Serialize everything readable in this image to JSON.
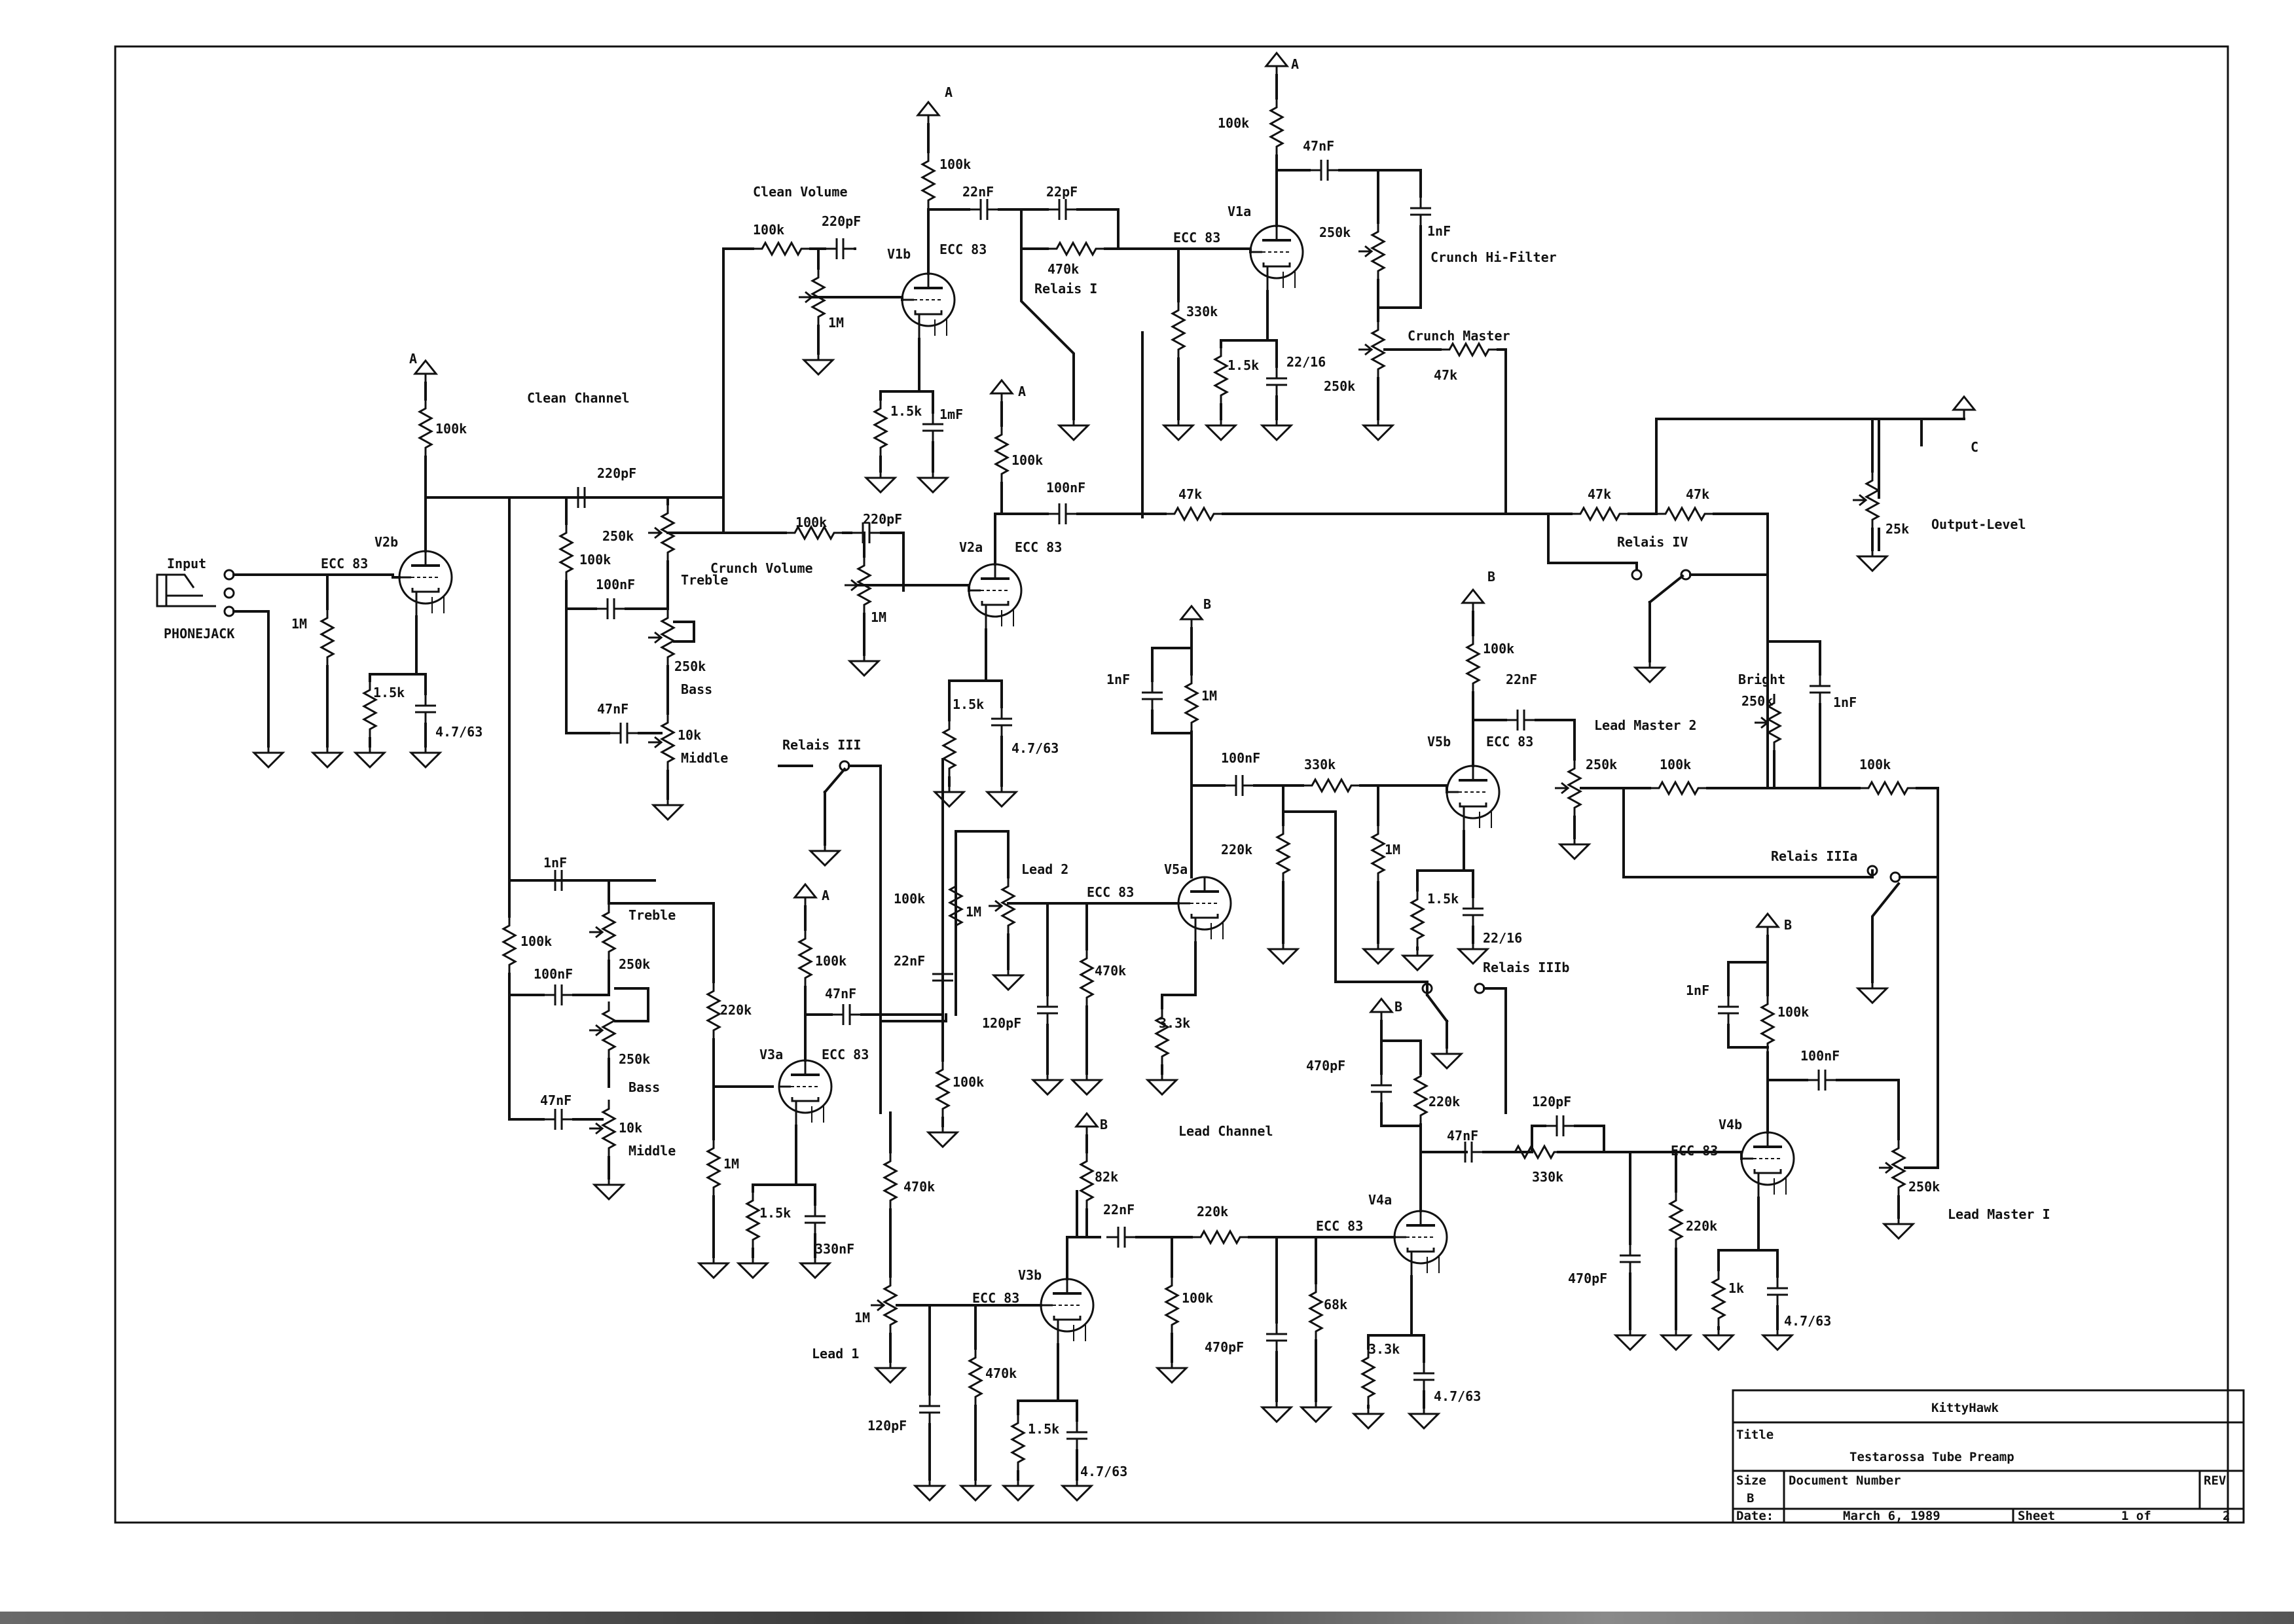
{
  "labels": {
    "a1": "A",
    "a2": "A",
    "a3": "A",
    "a4": "A",
    "a5": "A",
    "b1": "B",
    "b2": "B",
    "b3": "B",
    "b4": "B",
    "b5": "B",
    "c1": "C",
    "v2b": "V2b",
    "v2b_type": "ECC 83",
    "v1b": "V1b",
    "v1b_type": "ECC 83",
    "v1a": "V1a",
    "v1a_type": "ECC 83",
    "v2a": "V2a",
    "v2a_type": "ECC 83",
    "v5a": "V5a",
    "v5a_type": "ECC 83",
    "v5b": "V5b",
    "v5b_type": "ECC 83",
    "v3a": "V3a",
    "v3a_type": "ECC 83",
    "v3b": "V3b",
    "v3b_type": "ECC 83",
    "v4a": "V4a",
    "v4a_type": "ECC 83",
    "v4b": "V4b",
    "v4b_type": "ECC 83",
    "input": "Input",
    "phonejack": "PHONEJACK",
    "clean_channel": "Clean Channel",
    "lead_channel": "Lead Channel",
    "clean_volume": "Clean Volume",
    "crunch_volume": "Crunch Volume",
    "crunch_hifilter": "Crunch Hi-Filter",
    "crunch_master": "Crunch Master",
    "relais_1": "Relais I",
    "relais_3": "Relais III",
    "relais_3a": "Relais IIIa",
    "relais_3b": "Relais IIIb",
    "relais_4": "Relais IV",
    "output_level": "Output-Level",
    "bright": "Bright",
    "lead_master_2": "Lead Master 2",
    "lead_master_1": "Lead Master I",
    "lead_1": "Lead 1",
    "lead_2": "Lead 2",
    "treble1": "Treble",
    "bass1": "Bass",
    "middle1": "Middle",
    "treble2": "Treble",
    "bass2": "Bass",
    "middle2": "Middle",
    "r_v2b_plate": "100k",
    "r_v2b_grid": "1M",
    "r_v2b_cath": "1.5k",
    "c_v2b_cath": "4.7/63",
    "c_220pf_a": "220pF",
    "r_250k_a": "250k",
    "r_100k_ts1": "100k",
    "c_100nf_a": "100nF",
    "r_250k_bass1": "250k",
    "c_47nf_a": "47nF",
    "r_10k_mid1": "10k",
    "r_100k_clean": "100k",
    "c_220pf_v1b": "220pF",
    "r_1m_v1b": "1M",
    "r_100k_v1b": "100k",
    "r_1_5k_v1b": "1.5k",
    "c_1mf_v1b": "1mF",
    "c_22nf_v1b": "22nF",
    "c_22pf_v1b": "22pF",
    "r_470k_v1b": "470k",
    "r_330k_v1a": "330k",
    "r_100k_v1a": "100k",
    "c_47nf_v1a": "47nF",
    "r_250k_v1a": "250k",
    "c_1nf_v1a": "1nF",
    "r_1_5k_v1a": "1.5k",
    "c_22_16_v1a": "22/16",
    "r_250k_cm": "250k",
    "r_47k_cm": "47k",
    "r_100k_cv": "100k",
    "c_220pf_cv": "220pF",
    "r_1m_cv": "1M",
    "r_100k_v2a": "100k",
    "c_100nf_v2a": "100nF",
    "r_1_5k_v2a": "1.5k",
    "c_v2a_cath": "4.7/63",
    "r_47k_bus": "47k",
    "r_47k_out1": "47k",
    "r_47k_out2": "47k",
    "r_25k_out": "25k",
    "c_1nf_v5a": "1nF",
    "r_1m_v5a": "1M",
    "c_100nf_v5a": "100nF",
    "r_330k_v5a": "330k",
    "r_220k_v5a": "220k",
    "r_1m_v5b": "1M",
    "r_3_3k_v5a": "3.3k",
    "r_100k_v5b": "100k",
    "c_22nf_v5b": "22nF",
    "r_1_5k_v5b": "1.5k",
    "c_22_16_v5b": "22/16",
    "r_250k_lm2": "250k",
    "r_100k_lm2": "100k",
    "r_250k_bright": "250k",
    "c_1nf_bright": "1nF",
    "r_100k_v4b_out": "100k",
    "c_1nf_ts2": "1nF",
    "r_100k_ts2": "100k",
    "r_250k_tr2": "250k",
    "c_100nf_ts2": "100nF",
    "r_250k_bass2": "250k",
    "c_47nf_ts2": "47nF",
    "r_10k_mid2": "10k",
    "r_220k_ts2": "220k",
    "r_1m_v3a": "1M",
    "r_100k_v3a": "100k",
    "c_47nf_v3a": "47nF",
    "r_1_5k_v3a": "1.5k",
    "c_330nf_v3a": "330nF",
    "r_100k_l2": "100k",
    "r_1m_l2": "1M",
    "c_22nf_l2": "22nF",
    "c_120pf_l2": "120pF",
    "r_470k_l2": "470k",
    "r_100k_l2b": "100k",
    "r_470k_l1": "470k",
    "r_1m_l1": "1M",
    "c_120pf_l1": "120pF",
    "r_470k_v3b": "470k",
    "r_82k_v3b": "82k",
    "c_22nf_v3b": "22nF",
    "r_220k_v3b": "220k",
    "r_100k_v3b": "100k",
    "c_470pf_v3b": "470pF",
    "r_68k_v4a": "68k",
    "r_1_5k_v3b": "1.5k",
    "c_v3b_cath": "4.7/63",
    "c_470pf_v4a": "470pF",
    "r_220k_v4a": "220k",
    "c_47nf_v4a": "47nF",
    "c_120pf_v4a": "120pF",
    "r_330k_v4a": "330k",
    "r_3_3k_v4a": "3.3k",
    "c_v4a_cath": "4.7/63",
    "c_1nf_v4b": "1nF",
    "r_100k_v4b": "100k",
    "c_100nf_v4b": "100nF",
    "r_250k_lm1": "250k",
    "c_470pf_v4b": "470pF",
    "r_220k_v4b": "220k",
    "r_1k_v4b": "1k",
    "c_v4b_cath": "4.7/63"
  },
  "title_block": {
    "company": "KittyHawk",
    "title_label": "Title",
    "title": "Testarossa    Tube Preamp",
    "size_label": "Size",
    "size": "B",
    "docnum_label": "Document Number",
    "rev_label": "REV",
    "date_label": "Date:",
    "date": "March  6, 1989",
    "sheet_label": "Sheet",
    "sheet": "1  of",
    "sheet_total": "2"
  }
}
